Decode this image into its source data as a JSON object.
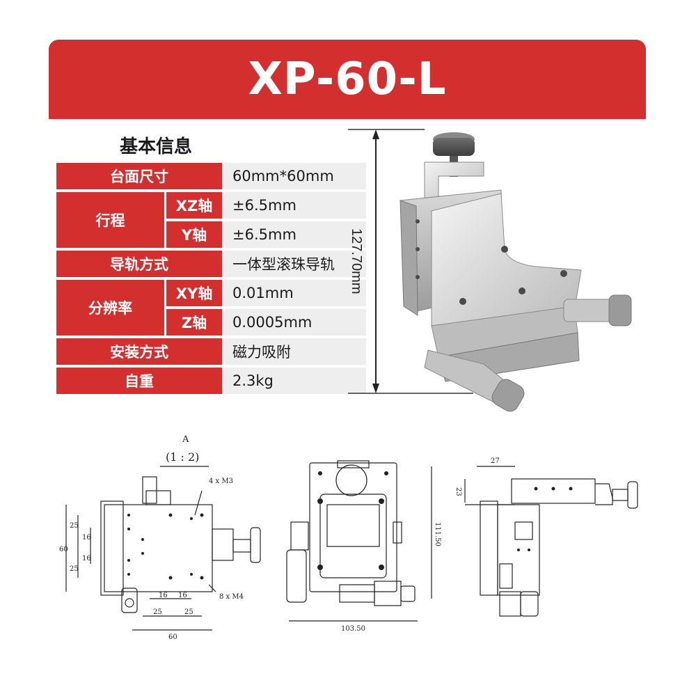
{
  "header": {
    "title": "XP-60-L"
  },
  "specs": {
    "section_title": "基本信息",
    "rows": {
      "table_size": {
        "label": "台面尺寸",
        "value": "60mm*60mm"
      },
      "travel": {
        "label": "行程",
        "xz": {
          "sub": "XZ轴",
          "value": "±6.5mm"
        },
        "y": {
          "sub": "Y轴",
          "value": "±6.5mm"
        }
      },
      "guide": {
        "label": "导轨方式",
        "value": "一体型滚珠导轨"
      },
      "resolution": {
        "label": "分辨率",
        "xy": {
          "sub": "XY轴",
          "value": "0.01mm"
        },
        "z": {
          "sub": "Z轴",
          "value": "0.0005mm"
        }
      },
      "mount": {
        "label": "安装方式",
        "value": "磁力吸附"
      },
      "weight": {
        "label": "自重",
        "value": "2.3kg"
      }
    }
  },
  "photo": {
    "height_dim": "127.70mm"
  },
  "drawings": {
    "left": {
      "view_label": "A",
      "scale": "(1 : 2)",
      "holes_top": "4 x M3",
      "holes_bottom": "8 x M4",
      "dim_60_v": "60",
      "dim_25_a": "25",
      "dim_16_a": "16",
      "dim_16_b": "16",
      "dim_25_b": "25",
      "dim_16_h1": "16",
      "dim_16_h2": "16",
      "dim_25_h1": "25",
      "dim_25_h2": "25",
      "dim_60_h": "60"
    },
    "middle": {
      "dim_height": "111.50",
      "dim_width": "103.50"
    },
    "right": {
      "dim_27": "27",
      "dim_23": "23"
    }
  },
  "colors": {
    "brand_red": "#d42f2f",
    "value_bg": "#eeeeee"
  }
}
